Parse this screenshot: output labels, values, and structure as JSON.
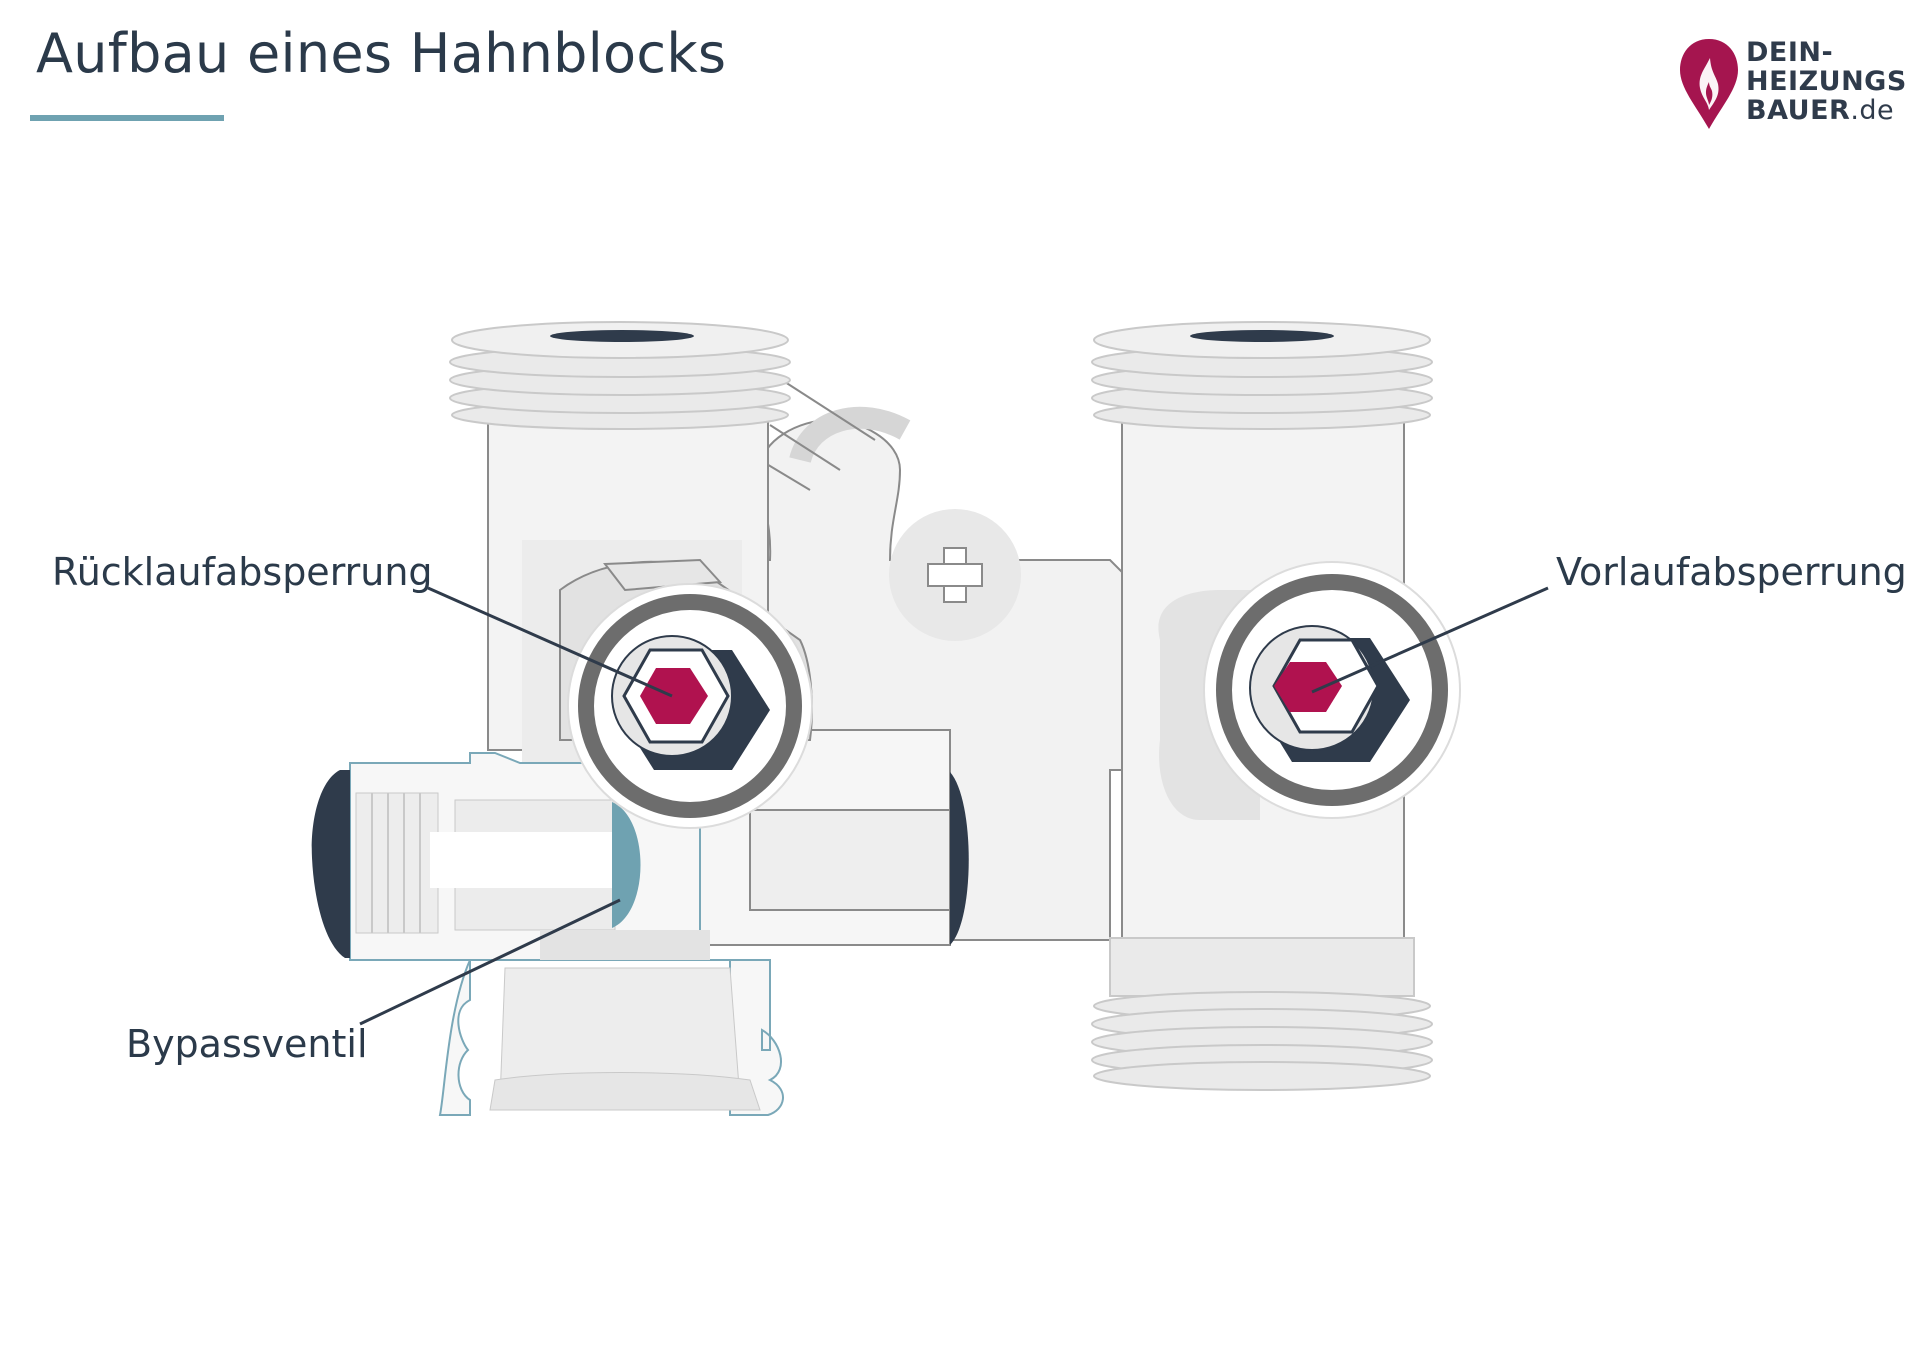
{
  "title": "Aufbau eines Hahnblocks",
  "logo": {
    "line1": "DEIN-",
    "line2": "HEIZUNGS",
    "line3": "BAUER",
    "tld": ".de",
    "icon": "flame-drop-icon",
    "color": "#a5154f"
  },
  "labels": {
    "return_shutoff": "Rücklaufabsperrung",
    "flow_shutoff": "Vorlaufabsperrung",
    "bypass_valve": "Bypassventil"
  },
  "colors": {
    "accent_rule": "#6fa2b1",
    "valve_core": "#b0124f",
    "nut_dark": "#2f3b4b",
    "bypass_disc": "#6fa2b1",
    "body_fill": "#f2f2f2",
    "outline": "#8a8a8a"
  }
}
